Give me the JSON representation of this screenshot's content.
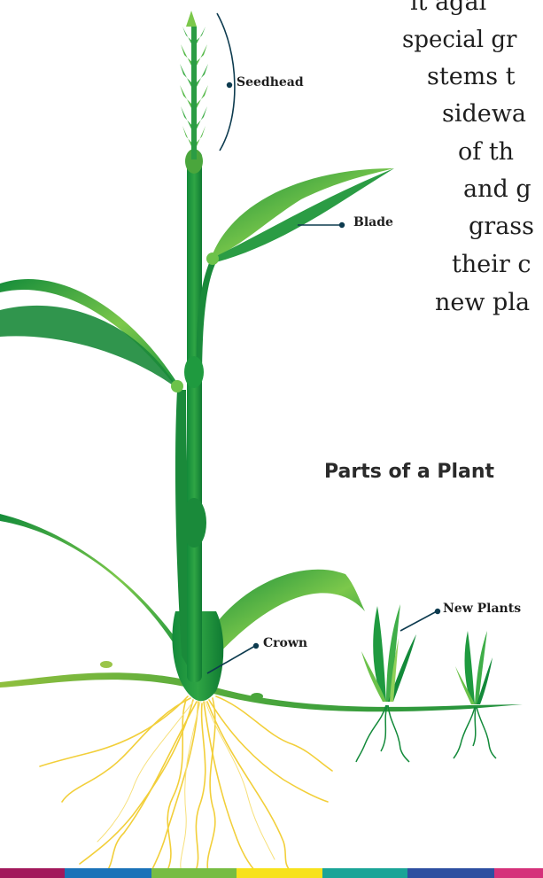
{
  "text_lines": [
    "it   agai",
    "special gr",
    "stems  t",
    "sidewa",
    "of   th",
    "and  g",
    "grass",
    "their  c",
    "new   pla"
  ],
  "title": "Parts of a Plant",
  "labels": {
    "seedhead": "Seedhead",
    "blade": "Blade",
    "crown": "Crown",
    "new_plants": "New Plants"
  },
  "colors": {
    "stem_dark": "#138a3a",
    "stem_light": "#6cc24a",
    "root": "#f2cf3a",
    "leader": "#0d3b4f"
  },
  "bottom_bar_colors": [
    "#a2185b",
    "#1a72b8",
    "#77bc43",
    "#f7e21b",
    "#1aa497",
    "#2d4fa0",
    "#d5317a"
  ]
}
